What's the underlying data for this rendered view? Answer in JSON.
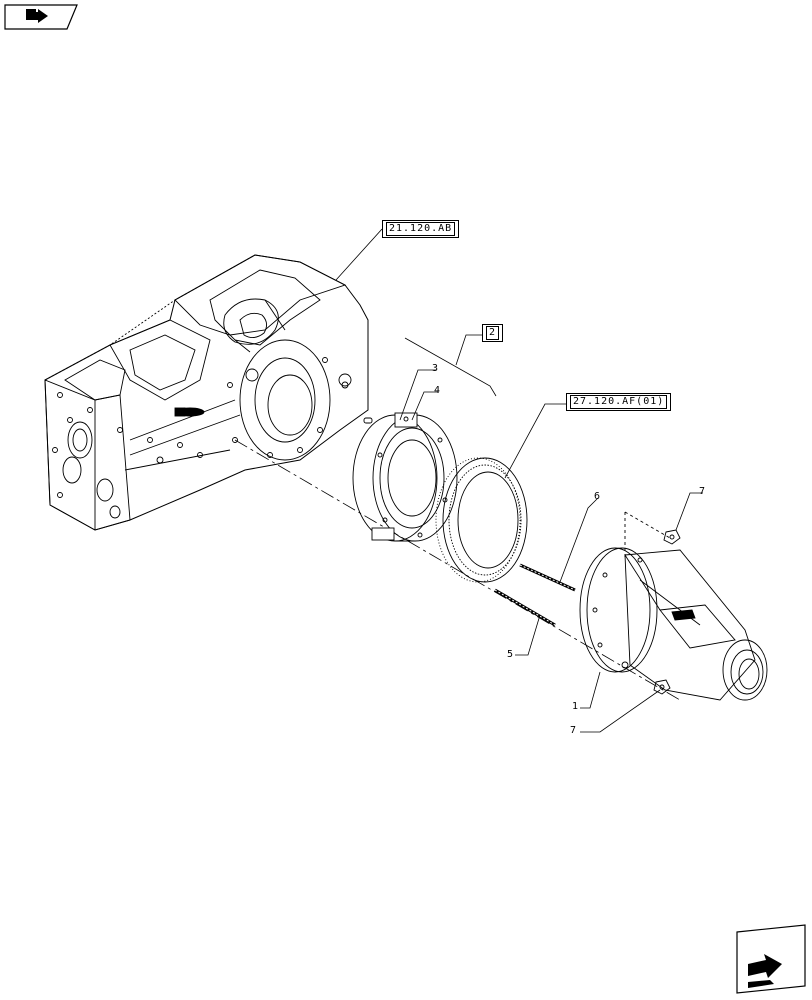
{
  "navigation": {
    "back_icon": "back-arrow-icon",
    "next_icon": "next-arrow-icon"
  },
  "references": {
    "housing_ref": "21.120.AB",
    "group_ref": "2",
    "ring_ref": "27.120.AF(01)"
  },
  "callouts": {
    "c1": "1",
    "c3": "3",
    "c4": "4",
    "c5": "5",
    "c6": "6",
    "c7_top": "7",
    "c7_bottom": "7"
  }
}
